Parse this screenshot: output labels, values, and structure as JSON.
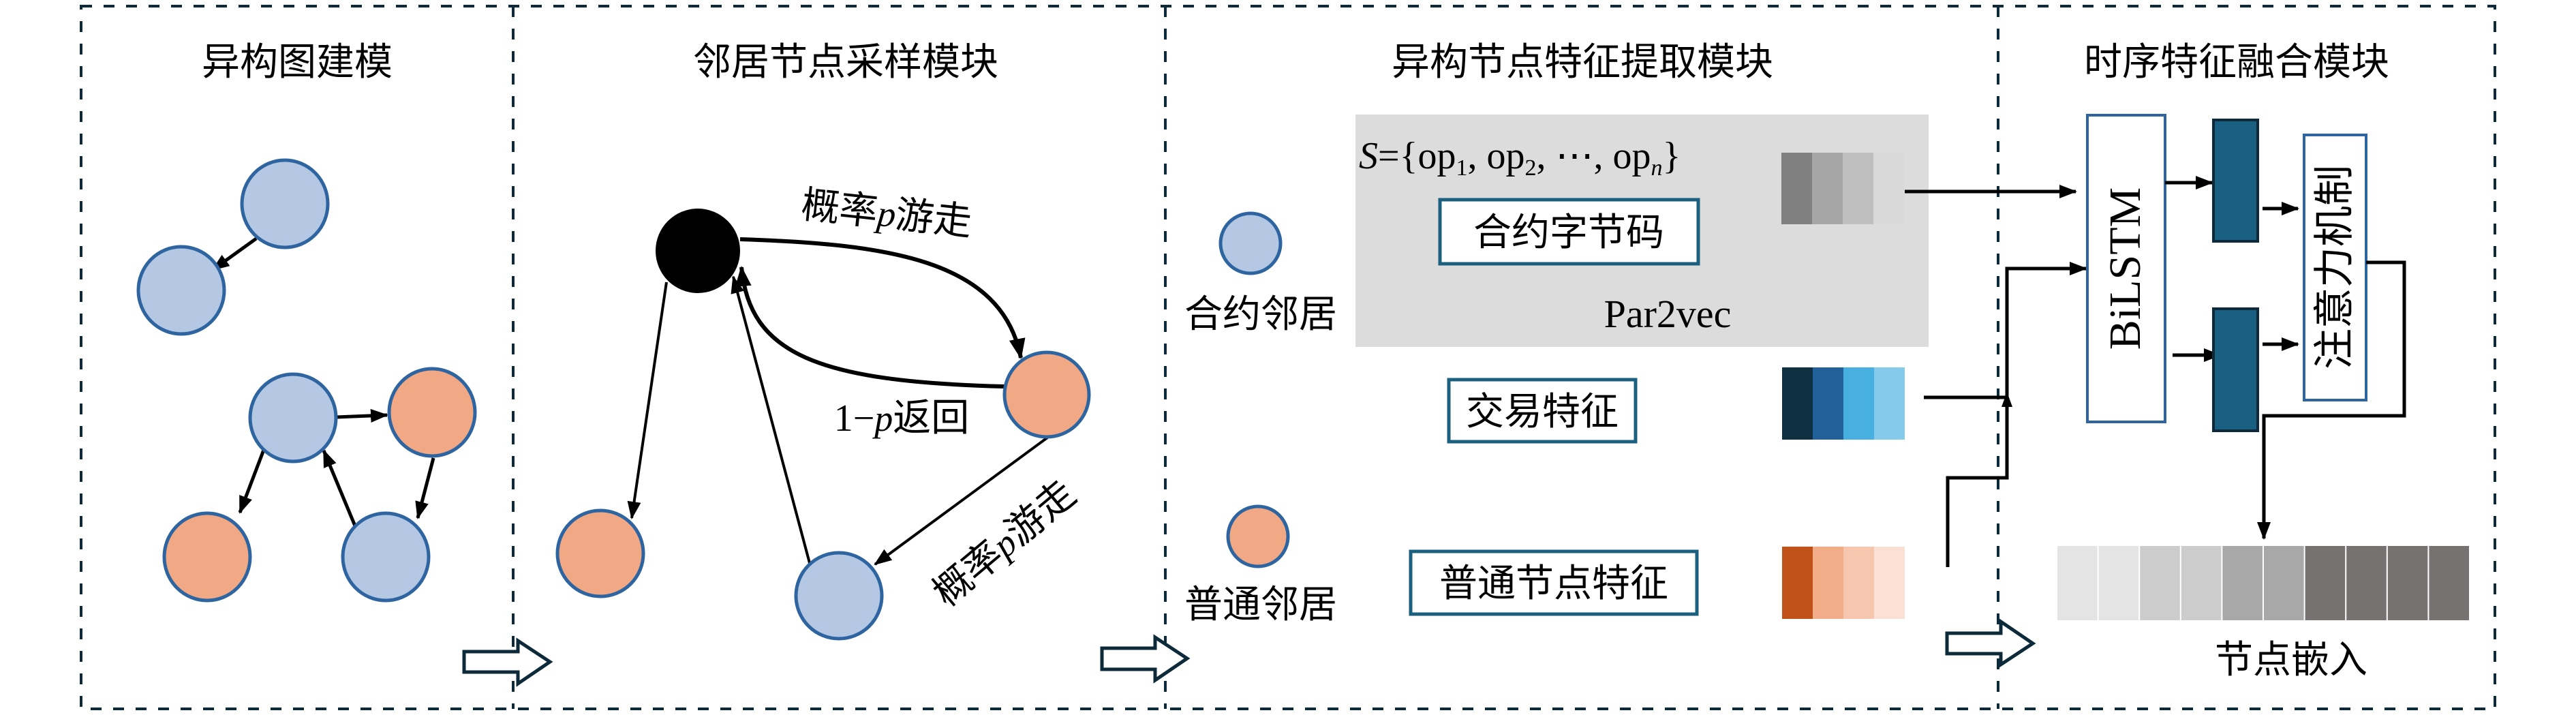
{
  "panels": [
    {
      "id": "graph-modeling",
      "title": "异构图建模"
    },
    {
      "id": "neighbor-sampling",
      "title": "邻居节点采样模块"
    },
    {
      "id": "feature-extraction",
      "title": "异构节点特征提取模块"
    },
    {
      "id": "temporal-fusion",
      "title": "时序特征融合模块"
    }
  ],
  "graph_modeling": {
    "nodes": [
      {
        "id": "n1",
        "type": "contract"
      },
      {
        "id": "n2",
        "type": "contract"
      },
      {
        "id": "n3",
        "type": "contract"
      },
      {
        "id": "n4",
        "type": "normal"
      },
      {
        "id": "n5",
        "type": "normal"
      },
      {
        "id": "n6",
        "type": "contract"
      }
    ],
    "edges": [
      {
        "from": "n1",
        "to": "n2"
      },
      {
        "from": "n3",
        "to": "n4"
      },
      {
        "from": "n3",
        "to": "n5"
      },
      {
        "from": "n4",
        "to": "n6"
      },
      {
        "from": "n6",
        "to": "n3"
      }
    ]
  },
  "neighbor_sampling": {
    "walk_label": "概率",
    "walk_var": "p",
    "walk_suffix": "游走",
    "return_prefix": "1−",
    "return_var": "p",
    "return_suffix": "返回",
    "walk2_label": "概率",
    "walk2_var": "p",
    "walk2_suffix": "游走"
  },
  "feature_extraction": {
    "contract_neighbor_label": "合约邻居",
    "normal_neighbor_label": "普通邻居",
    "opcode_set": {
      "lhs": "S",
      "eq": "=",
      "open": "{",
      "items": [
        "op",
        "op",
        "op"
      ],
      "subs": [
        "1",
        "2",
        "n"
      ],
      "sep": ", ",
      "ellipsis": "⋯",
      "close": "}"
    },
    "bytecode_label": "合约字节码",
    "encoder_label": "Par2vec",
    "transaction_feature_label": "交易特征",
    "normal_feature_label": "普通节点特征",
    "bytecode_vector_colors": [
      "#808080",
      "#a6a6a6",
      "#bfbfbf",
      "#d9d9d9"
    ],
    "transaction_vector_colors": [
      "#0e3042",
      "#22609a",
      "#47b0e0",
      "#84caea"
    ],
    "normal_vector_colors": [
      "#c05118",
      "#f2ac87",
      "#f6c7ae",
      "#fbe1d5"
    ]
  },
  "temporal_fusion": {
    "bilstm_label": "BiLSTM",
    "attention_label": "注意力机制",
    "embedding_label": "节点嵌入",
    "embedding_colors": [
      "#e5e4e5",
      "#e5e4e5",
      "#cdcccd",
      "#cdcccd",
      "#a9a8a9",
      "#a9a8a9",
      "#767272",
      "#767272",
      "#767272",
      "#767272"
    ]
  },
  "colors": {
    "contract_node": "#b4c7e3",
    "normal_node": "#f0a984",
    "node_stroke": "#2e64a0",
    "border": "#0d2a3a",
    "hidden_state": "#195f81",
    "par2vec_bg": "#dcdcdc"
  }
}
